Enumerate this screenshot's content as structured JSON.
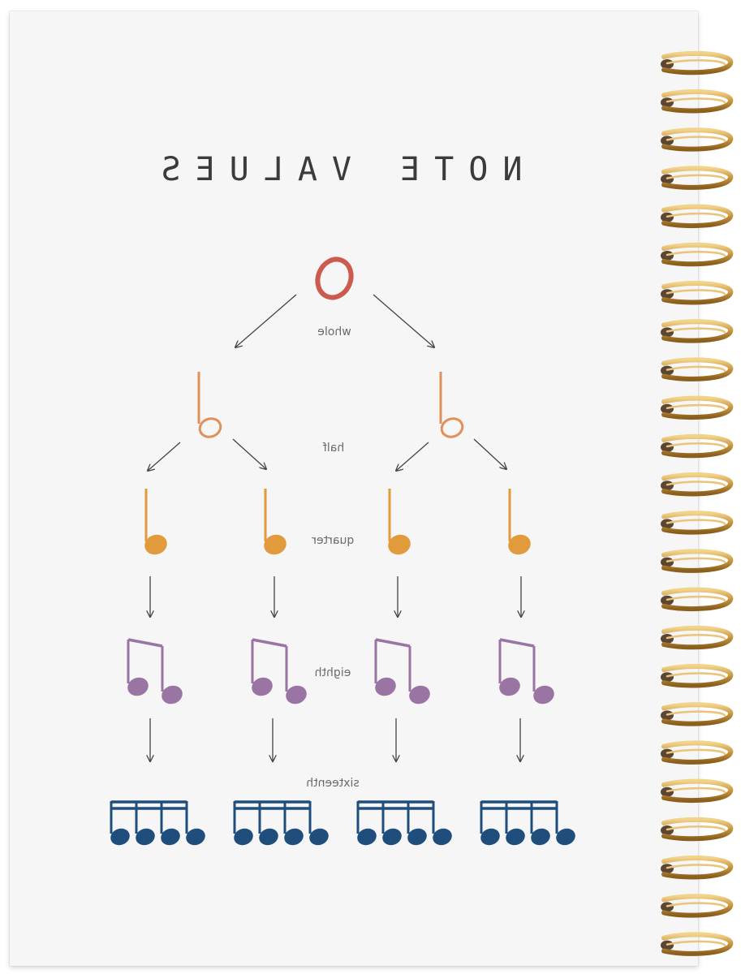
{
  "title": "NOTE VALUES",
  "labels": {
    "whole": "whole",
    "half": "half",
    "quarter": "quarter",
    "eighth": "eighth",
    "sixteenth": "sixteenth"
  },
  "colors": {
    "whole": "#cc5b4e",
    "half": "#e0915a",
    "quarter": "#e19a3c",
    "eighth": "#9a74a3",
    "sixteenth": "#1f4e7d",
    "arrow": "#444444",
    "title": "#3b3b3b",
    "label": "#6a6a6a",
    "spiral": "#c7953f"
  },
  "tree": {
    "levels": [
      "whole",
      "half",
      "quarter",
      "eighth",
      "sixteenth"
    ],
    "counts": [
      1,
      2,
      4,
      4,
      4
    ]
  }
}
